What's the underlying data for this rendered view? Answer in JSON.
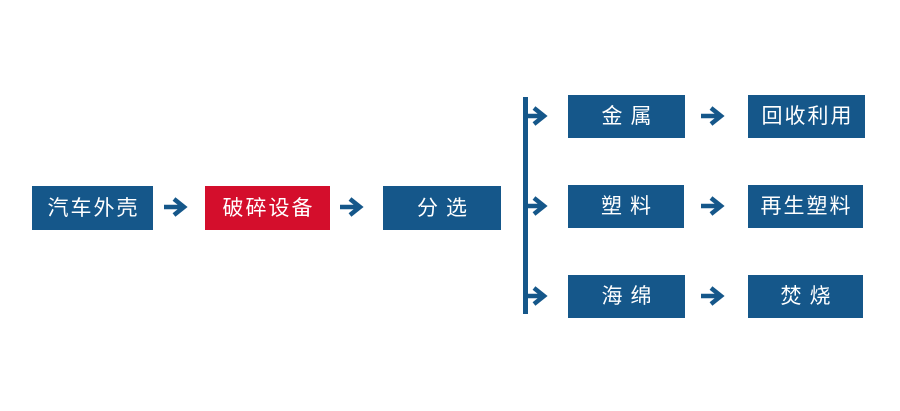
{
  "colors": {
    "primary_blue": "#15578A",
    "highlight_red": "#D40E2C",
    "label_text": "#FFFFFF",
    "background": "#FFFFFF"
  },
  "flowchart": {
    "main_flow": [
      {
        "label": "汽车外壳",
        "variant": "blue"
      },
      {
        "label": "破碎设备",
        "variant": "red"
      },
      {
        "label": "分选",
        "variant": "blue"
      }
    ],
    "branches": [
      {
        "material": "金属",
        "outcome": "回收利用"
      },
      {
        "material": "塑料",
        "outcome": "再生塑料"
      },
      {
        "material": "海绵",
        "outcome": "焚烧"
      }
    ],
    "arrow_glyph": "→"
  }
}
